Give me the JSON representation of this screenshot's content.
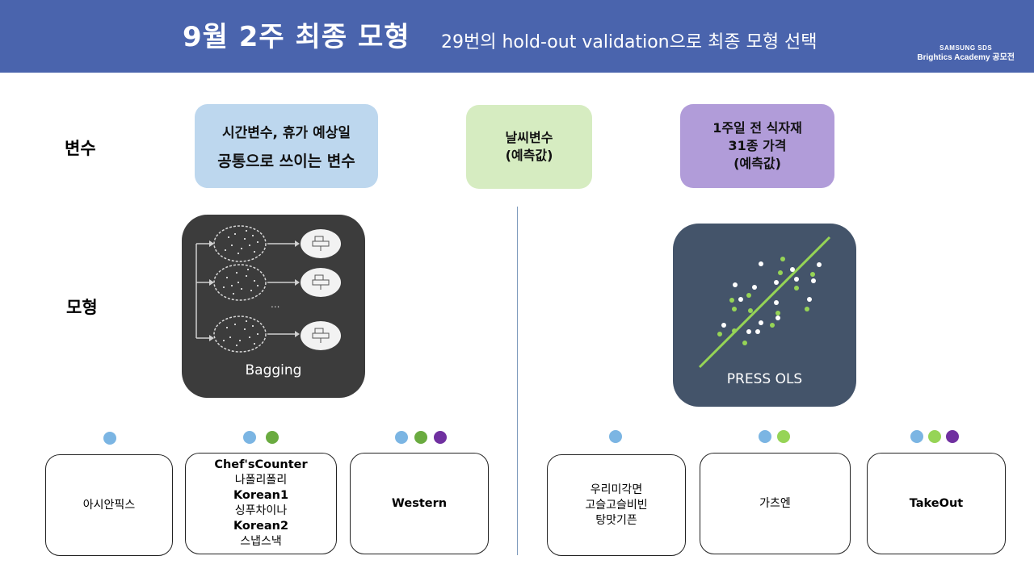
{
  "header": {
    "title": "9월 2주 최종 모형",
    "subtitle": "29번의 hold-out validation으로 최종 모형 선택",
    "brand_line1": "SAMSUNG SDS",
    "brand_line2": "Brightics Academy 공모전",
    "background_color": "#4a64ad"
  },
  "rows": {
    "variables_label": "변수",
    "models_label": "모형"
  },
  "variables": {
    "common": {
      "line1": "시간변수, 휴가 예상일",
      "line2": "공통으로 쓰이는 변수",
      "color": "#bdd7ee"
    },
    "weather": {
      "line1": "날씨변수",
      "line2": "(예측값)",
      "color": "#d6ecc1"
    },
    "food": {
      "line1": "1주일 전 식자재",
      "line2": "31종 가격",
      "line3": "(예측값)",
      "color": "#b19cd9"
    }
  },
  "models": {
    "bagging": {
      "label": "Bagging",
      "ellipsis": "...",
      "icon": "bagging-ensemble-diagram-icon"
    },
    "ols": {
      "label": "PRESS OLS",
      "icon": "regression-scatter-line-icon"
    }
  },
  "groups": [
    {
      "items": [
        "아시안픽스"
      ],
      "bold": [
        false
      ],
      "dots": [
        "blue"
      ]
    },
    {
      "items": [
        "Chef'sCounter",
        "나폴리폴리",
        "Korean1",
        "싱푸차이나",
        "Korean2",
        "스냅스낵"
      ],
      "bold": [
        true,
        false,
        true,
        false,
        true,
        false
      ],
      "dots": [
        "blue",
        "green"
      ]
    },
    {
      "items": [
        "Western"
      ],
      "bold": [
        true
      ],
      "dots": [
        "blue",
        "green",
        "purple"
      ]
    },
    {
      "items": [
        "우리미각면",
        "고슬고슬비빈",
        "탕맛기픈"
      ],
      "bold": [
        false,
        false,
        false
      ],
      "dots": [
        "blue"
      ]
    },
    {
      "items": [
        "가츠엔"
      ],
      "bold": [
        false
      ],
      "dots": [
        "blue",
        "lime"
      ]
    },
    {
      "items": [
        "TakeOut"
      ],
      "bold": [
        true
      ],
      "dots": [
        "blue",
        "lime",
        "purple"
      ]
    }
  ],
  "colors": {
    "blue": "#7bb5e3",
    "green": "#6aab40",
    "lime": "#96d456",
    "purple": "#7030a0"
  }
}
